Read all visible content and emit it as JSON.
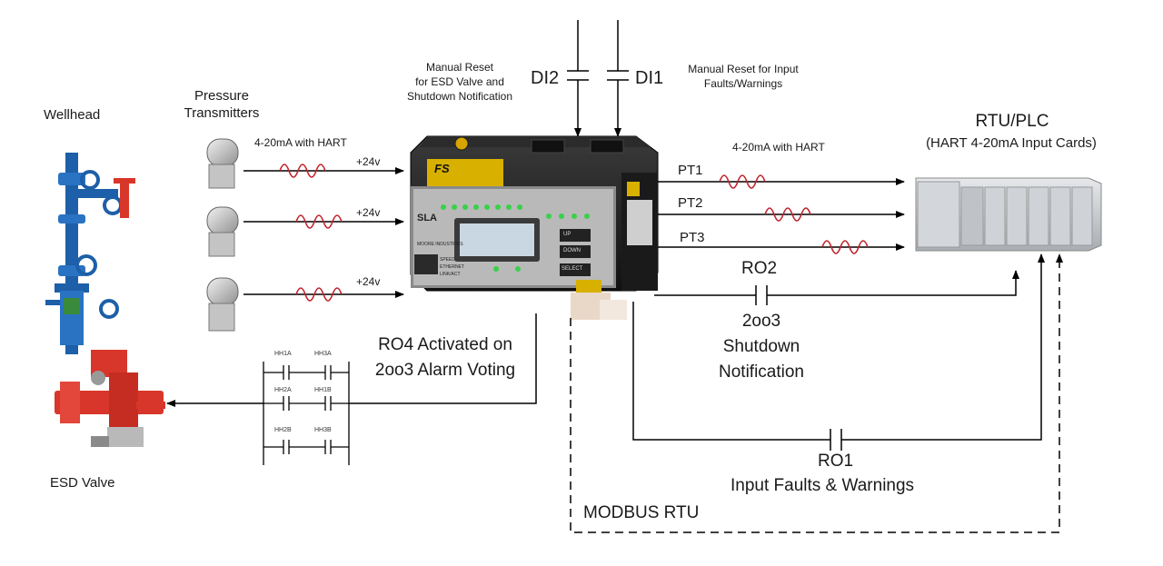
{
  "labels": {
    "wellhead": "Wellhead",
    "pressure_transmitters": [
      "Pressure",
      "Transmitters"
    ],
    "esd_valve": "ESD Valve",
    "hart_in": "4-20mA with HART",
    "hart_out": "4-20mA with HART",
    "supply": "+24v",
    "manual_reset_esd": [
      "Manual Reset",
      "for ESD Valve and",
      "Shutdown Notification"
    ],
    "manual_reset_input": [
      "Manual Reset for Input",
      "Faults/Warnings"
    ],
    "di2": "DI2",
    "di1": "DI1",
    "rtu_title": "RTU/PLC",
    "rtu_subtitle": "(HART 4-20mA Input Cards)",
    "pt1": "PT1",
    "pt2": "PT2",
    "pt3": "PT3",
    "ro2": "RO2",
    "ro2_desc": [
      "2oo3",
      "Shutdown",
      "Notification"
    ],
    "ro4_desc": [
      "RO4 Activated on",
      "2oo3 Alarm Voting"
    ],
    "ro1": "RO1",
    "ro1_desc": "Input Faults & Warnings",
    "modbus": "MODBUS RTU"
  },
  "voting_contacts": [
    "HH1A",
    "HH3A",
    "HH2A",
    "HH1B",
    "HH2B",
    "HH3B"
  ],
  "device_panel": {
    "brand": "FS",
    "model": "SLA",
    "maker": "MOORE INDUSTRIES",
    "buttons": [
      "UP",
      "DOWN",
      "SELECT"
    ],
    "ports": [
      "SPEED",
      "ETHERNET",
      "LINK/ACT"
    ]
  },
  "colors": {
    "wire": "#000000",
    "signal": "#c0202a",
    "valve_red": "#d8362a",
    "wellhead_blue": "#1d5fa8",
    "device_body": "#1b1b1b",
    "lcd": "#c9d7e3",
    "rtu": "#c9ccd0"
  }
}
